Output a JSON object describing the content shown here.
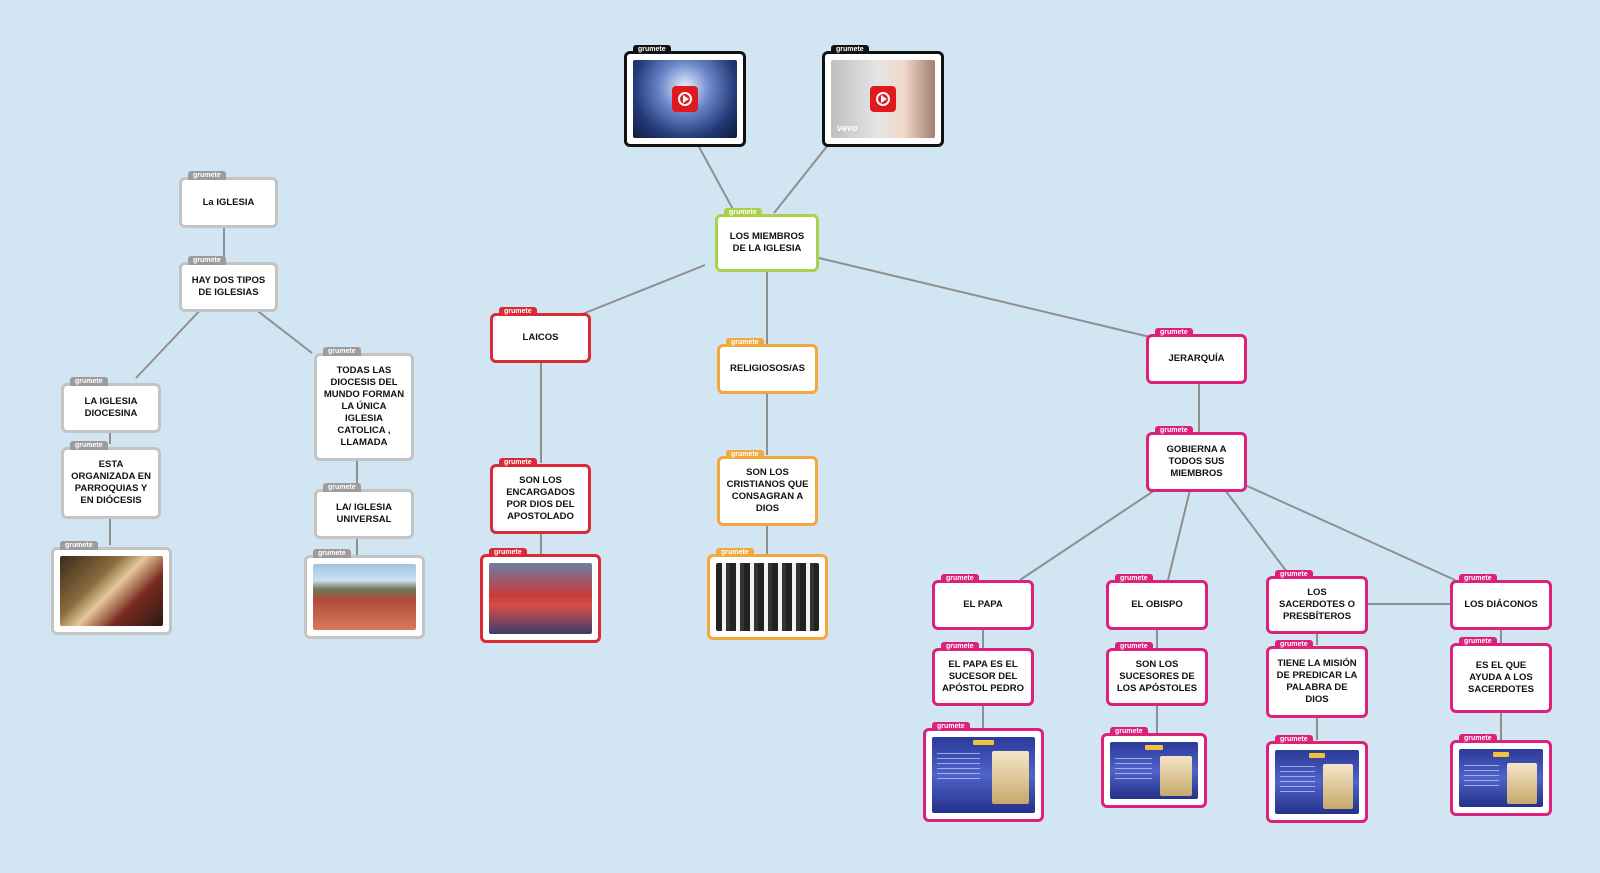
{
  "tag_label": "grumete",
  "watermark": "vevo",
  "nodes": {
    "iglesia": "La IGLESIA",
    "dos_tipos": "HAY DOS TIPOS DE IGLESIAS",
    "diocesina": "LA IGLESIA DIOCESINA",
    "organizada": "ESTA ORGANIZADA EN PARROQUIAS Y EN DIÓCESIS",
    "todas": "TODAS LAS DIOCESIS DEL MUNDO FORMAN LA ÚNICA IGLESIA CATOLICA , LLAMADA",
    "universal": "LA/ IGLESIA UNIVERSAL",
    "miembros": "LOS MIEMBROS DE LA IGLESIA",
    "laicos": "LAICOS",
    "religiosos": "RELIGIOSOS/AS",
    "jerarquia": "JERARQUÍA",
    "encargados": "SON LOS ENCARGADOS POR DIOS DEL APOSTOLADO",
    "cristianos": "SON LOS CRISTIANOS QUE CONSAGRAN A DIOS",
    "gobierna": "GOBIERNA A TODOS SUS MIEMBROS",
    "papa": "EL PAPA",
    "obispo": "EL OBISPO",
    "sacerdotes": "LOS SACERDOTES O PRESBÍTEROS",
    "diaconos": "LOS DIÁCONOS",
    "papa_desc": "EL PAPA ES EL SUCESOR DEL APÓSTOL PEDRO",
    "obispo_desc": "SON LOS SUCESORES DE LOS APÓSTOLES",
    "sacerdotes_desc": "TIENE LA MISIÓN DE PREDICAR LA PALABRA DE DIOS",
    "diaconos_desc": "ES EL QUE AYUDA A LOS SACERDOTES"
  },
  "colors": {
    "background": "#d2e5f3",
    "gray": "#c4c4c4",
    "red": "#d92a35",
    "orange": "#f2a83c",
    "green": "#a9d24a",
    "pink": "#dd2079",
    "black": "#111111"
  },
  "icons": {
    "video": "play-icon"
  }
}
